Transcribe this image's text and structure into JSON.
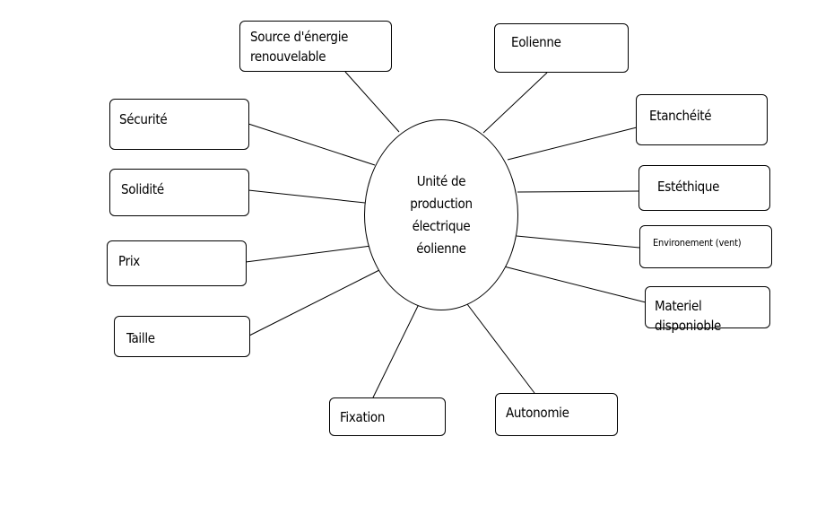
{
  "diagram": {
    "center": {
      "lines": [
        "Unité de",
        "production",
        "électrique",
        "éolienne"
      ]
    },
    "nodes": {
      "source": {
        "lines": [
          "Source d'énergie",
          "renouvelable"
        ]
      },
      "eolienne": {
        "lines": [
          "Eolienne"
        ]
      },
      "securite": {
        "lines": [
          "Sécurité"
        ]
      },
      "etancheite": {
        "lines": [
          "Etanchéité"
        ]
      },
      "solidite": {
        "lines": [
          "Solidité"
        ]
      },
      "esthetique": {
        "lines": [
          "Estéthique"
        ]
      },
      "environnement": {
        "lines": [
          "Environement (vent)"
        ]
      },
      "prix": {
        "lines": [
          "Prix"
        ]
      },
      "materiel": {
        "lines": [
          "Materiel disponioble"
        ]
      },
      "taille": {
        "lines": [
          "Taille"
        ]
      },
      "fixation": {
        "lines": [
          "Fixation"
        ]
      },
      "autonomie": {
        "lines": [
          "Autonomie"
        ]
      }
    }
  }
}
